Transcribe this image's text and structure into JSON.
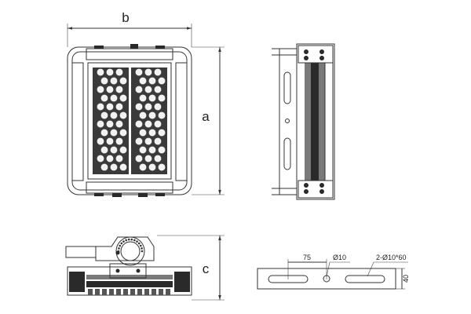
{
  "labels": {
    "width": "b",
    "height": "a",
    "depth": "c",
    "bracket_spacing": "75",
    "center_hole": "Ø10",
    "slots": "2-Ø10*60",
    "bracket_height": "40"
  }
}
